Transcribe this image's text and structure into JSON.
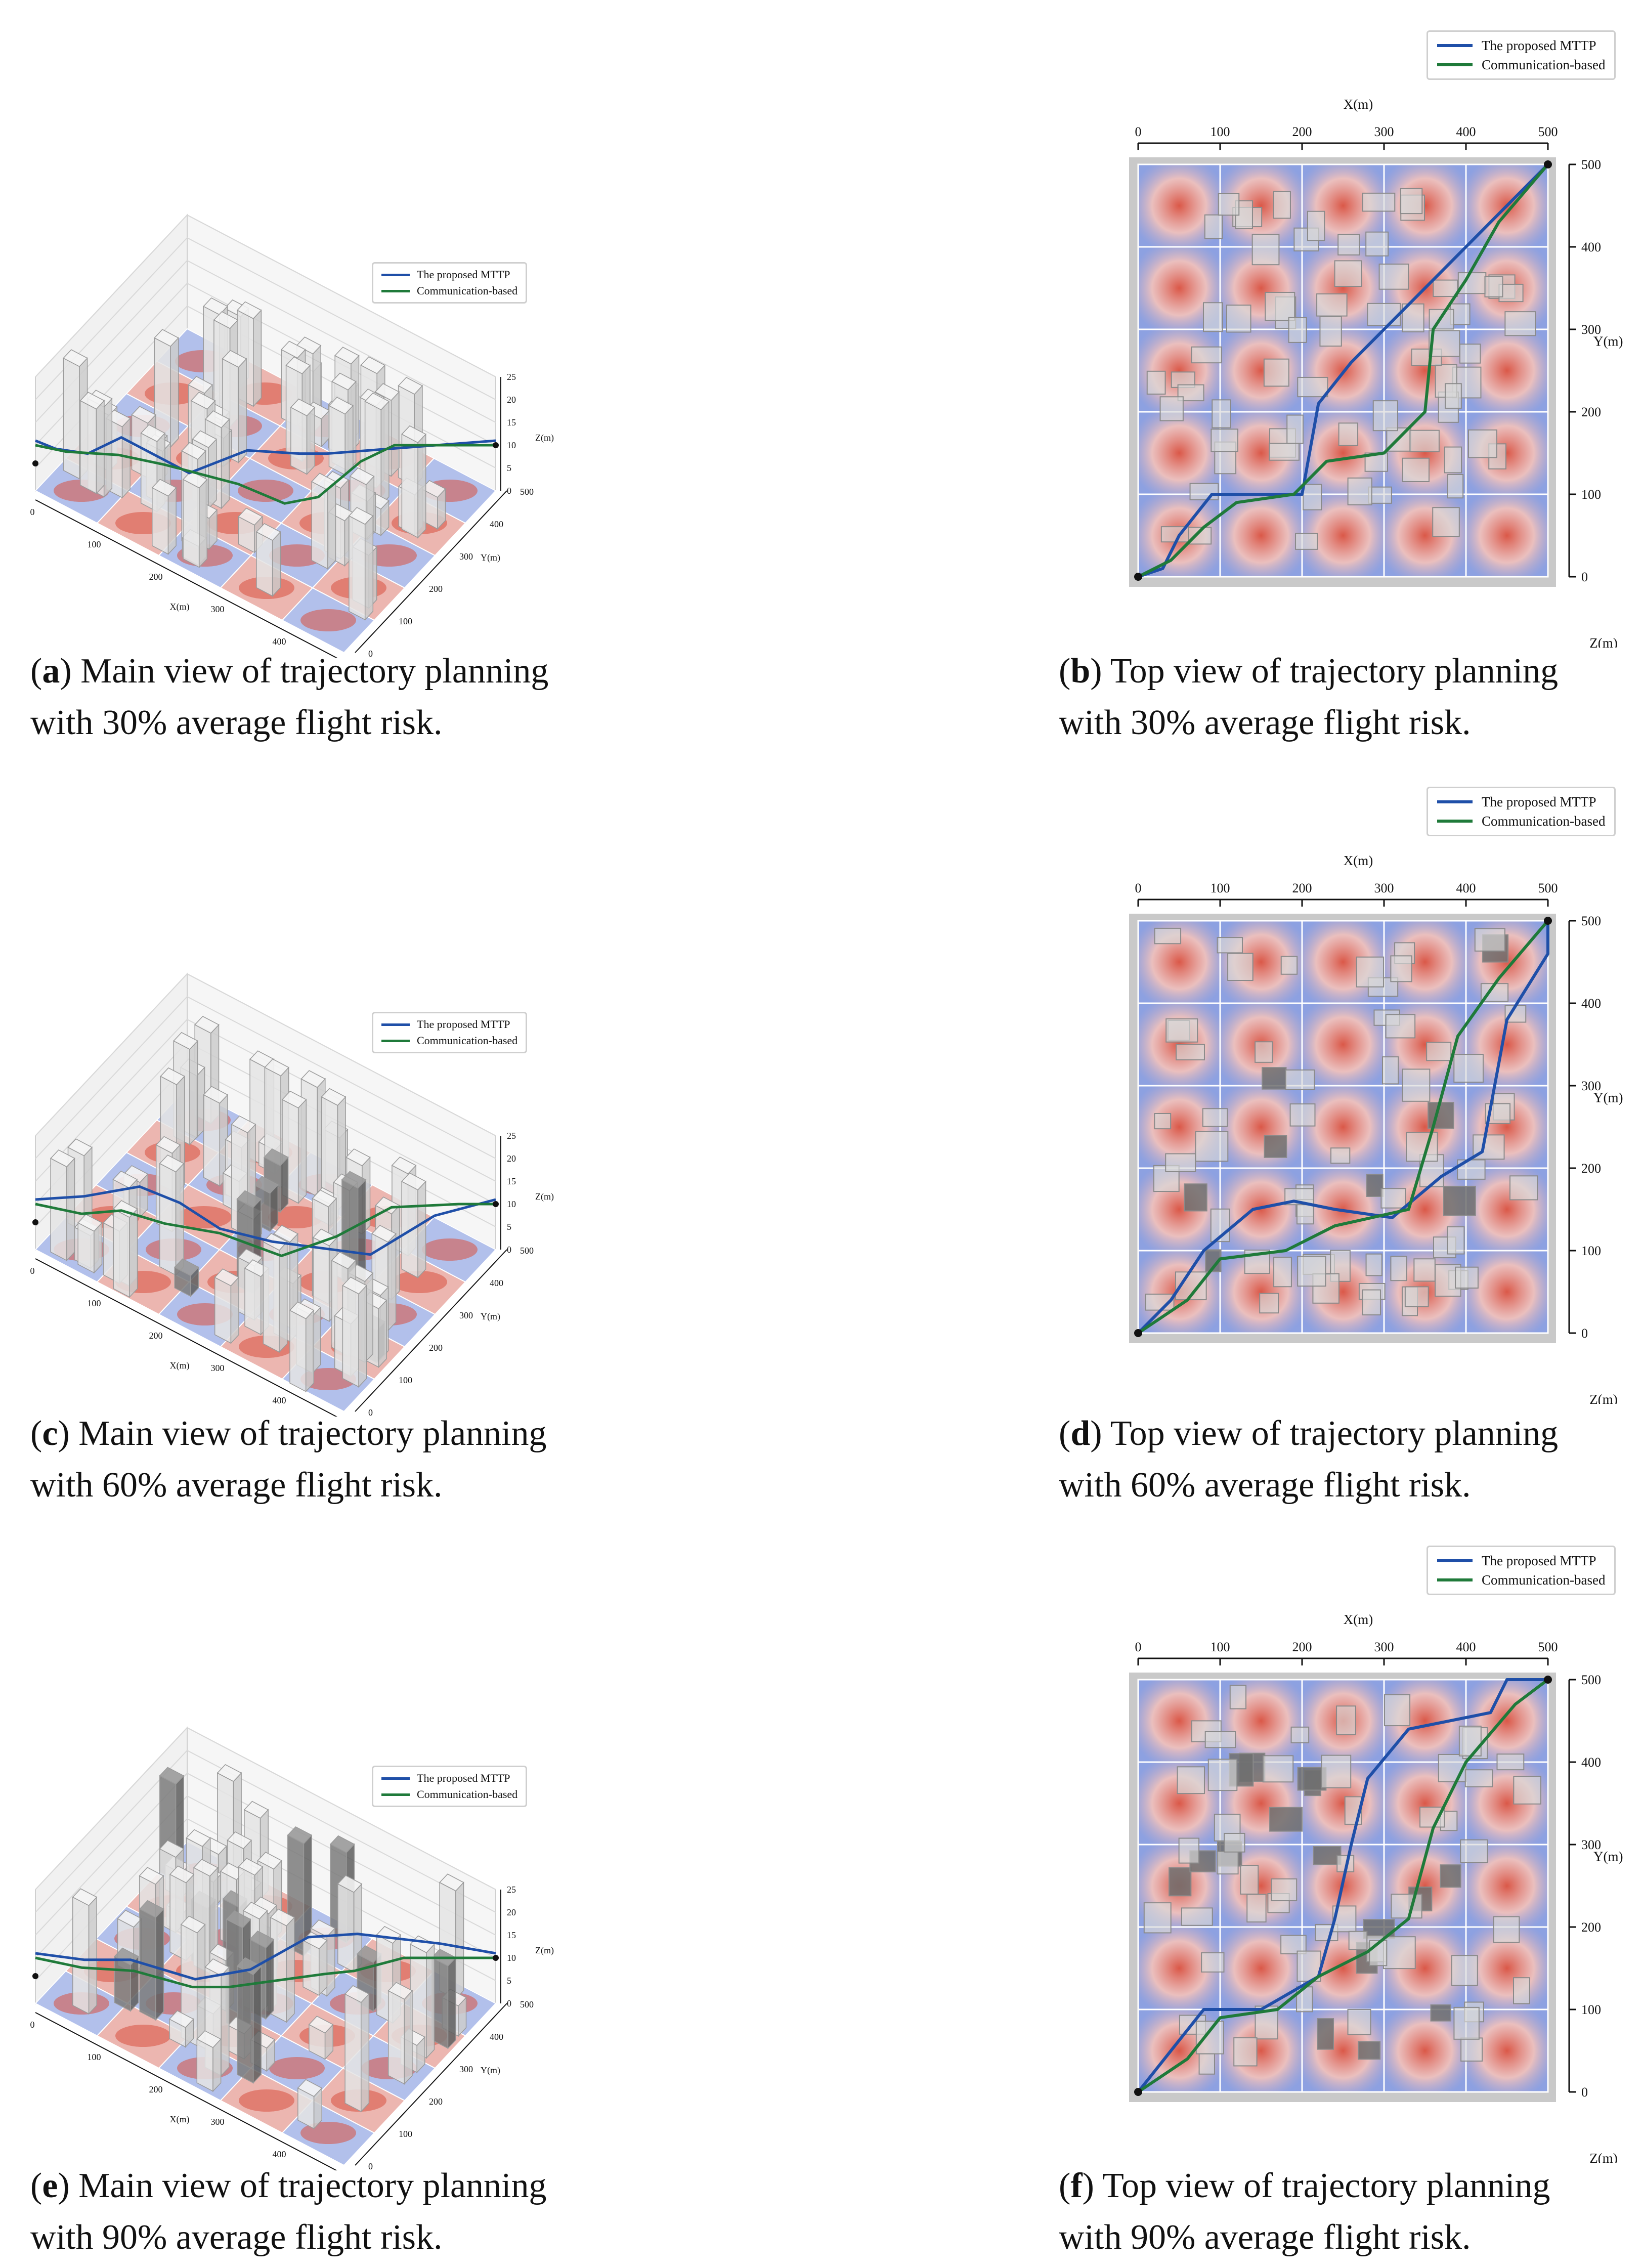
{
  "legend": {
    "entries": [
      {
        "label": "The proposed MTTP",
        "color": "#1f4fa8"
      },
      {
        "label": "Communication-based",
        "color": "#1f7a3a"
      }
    ]
  },
  "axes": {
    "x_label": "X(m)",
    "y_label": "Y(m)",
    "z_label": "Z(m)",
    "xy_ticks": [
      "0",
      "100",
      "200",
      "300",
      "400",
      "500"
    ],
    "z_ticks": [
      "0",
      "5",
      "10",
      "15",
      "20",
      "25"
    ]
  },
  "colors": {
    "risk_high": "#d9503f",
    "risk_low": "#3b5fd0",
    "building": "#d9d9d9",
    "building_dark": "#6e6e6e",
    "mttp": "#1f4fa8",
    "comm": "#1f7a3a"
  },
  "panels": [
    {
      "id": "a",
      "label": "a",
      "caption_line1": ") Main view of trajectory planning",
      "caption_line2": "with 30% average flight risk."
    },
    {
      "id": "b",
      "label": "b",
      "caption_line1": ") Top view of trajectory planning",
      "caption_line2": "with 30% average flight risk."
    },
    {
      "id": "c",
      "label": "c",
      "caption_line1": ") Main view of trajectory planning",
      "caption_line2": "with 60% average flight risk."
    },
    {
      "id": "d",
      "label": "d",
      "caption_line1": ") Top view of trajectory planning",
      "caption_line2": "with 60% average flight risk."
    },
    {
      "id": "e",
      "label": "e",
      "caption_line1": ") Main view of trajectory planning",
      "caption_line2": "with 90% average flight risk."
    },
    {
      "id": "f",
      "label": "f",
      "caption_line1": ") Top view of trajectory planning",
      "caption_line2": "with 90% average flight risk."
    }
  ],
  "chart_data": [
    {
      "type": "line",
      "panel": "a",
      "view": "3d-main",
      "risk_percent": 30,
      "xlabel": "X(m)",
      "ylabel": "Y(m)",
      "zlabel": "Z(m)",
      "xlim": [
        0,
        500
      ],
      "ylim": [
        0,
        500
      ],
      "zlim": [
        0,
        25
      ],
      "grid": true,
      "legend_position": "top-right",
      "series": [
        {
          "name": "The proposed MTTP",
          "points": [
            [
              0,
              0
            ],
            [
              30,
              5
            ],
            [
              70,
              30
            ],
            [
              90,
              100
            ],
            [
              200,
              100
            ],
            [
              240,
              210
            ],
            [
              300,
              260
            ],
            [
              330,
              290
            ],
            [
              500,
              500
            ]
          ]
        },
        {
          "name": "Communication-based",
          "points": [
            [
              0,
              0
            ],
            [
              40,
              20
            ],
            [
              100,
              70
            ],
            [
              160,
              100
            ],
            [
              260,
              140
            ],
            [
              330,
              150
            ],
            [
              360,
              200
            ],
            [
              370,
              320
            ],
            [
              390,
              390
            ],
            [
              470,
              470
            ],
            [
              500,
              500
            ]
          ]
        }
      ]
    },
    {
      "type": "line",
      "panel": "b",
      "view": "top",
      "risk_percent": 30,
      "xlabel": "X(m)",
      "ylabel": "Y(m)",
      "zlabel": "Z(m)",
      "xlim": [
        0,
        500
      ],
      "ylim": [
        0,
        500
      ],
      "legend_position": "top-right",
      "series": [
        {
          "name": "The proposed MTTP",
          "points": [
            [
              0,
              0
            ],
            [
              30,
              10
            ],
            [
              50,
              50
            ],
            [
              90,
              100
            ],
            [
              200,
              100
            ],
            [
              220,
              210
            ],
            [
              260,
              260
            ],
            [
              380,
              380
            ],
            [
              440,
              440
            ],
            [
              470,
              470
            ],
            [
              500,
              500
            ]
          ]
        },
        {
          "name": "Communication-based",
          "points": [
            [
              0,
              0
            ],
            [
              40,
              20
            ],
            [
              80,
              60
            ],
            [
              120,
              90
            ],
            [
              190,
              100
            ],
            [
              230,
              140
            ],
            [
              300,
              150
            ],
            [
              350,
              200
            ],
            [
              360,
              300
            ],
            [
              400,
              360
            ],
            [
              440,
              430
            ],
            [
              500,
              500
            ]
          ]
        }
      ]
    },
    {
      "type": "line",
      "panel": "c",
      "view": "3d-main",
      "risk_percent": 60,
      "xlabel": "X(m)",
      "ylabel": "Y(m)",
      "zlabel": "Z(m)",
      "xlim": [
        0,
        500
      ],
      "ylim": [
        0,
        500
      ],
      "zlim": [
        0,
        25
      ],
      "grid": true,
      "legend_position": "top-right",
      "series": [
        {
          "name": "The proposed MTTP",
          "points": [
            [
              0,
              0
            ],
            [
              50,
              60
            ],
            [
              100,
              140
            ],
            [
              160,
              150
            ],
            [
              230,
              140
            ],
            [
              300,
              170
            ],
            [
              420,
              250
            ],
            [
              450,
              400
            ],
            [
              500,
              500
            ]
          ]
        },
        {
          "name": "Communication-based",
          "points": [
            [
              0,
              0
            ],
            [
              60,
              30
            ],
            [
              100,
              80
            ],
            [
              160,
              100
            ],
            [
              230,
              140
            ],
            [
              320,
              160
            ],
            [
              360,
              260
            ],
            [
              390,
              380
            ],
            [
              460,
              460
            ],
            [
              500,
              500
            ]
          ]
        }
      ]
    },
    {
      "type": "line",
      "panel": "d",
      "view": "top",
      "risk_percent": 60,
      "xlabel": "X(m)",
      "ylabel": "Y(m)",
      "zlabel": "Z(m)",
      "xlim": [
        0,
        500
      ],
      "ylim": [
        0,
        500
      ],
      "legend_position": "top-right",
      "series": [
        {
          "name": "The proposed MTTP",
          "points": [
            [
              0,
              0
            ],
            [
              40,
              40
            ],
            [
              80,
              100
            ],
            [
              140,
              150
            ],
            [
              190,
              160
            ],
            [
              240,
              150
            ],
            [
              310,
              140
            ],
            [
              370,
              190
            ],
            [
              420,
              220
            ],
            [
              450,
              380
            ],
            [
              500,
              460
            ],
            [
              500,
              500
            ]
          ]
        },
        {
          "name": "Communication-based",
          "points": [
            [
              0,
              0
            ],
            [
              60,
              40
            ],
            [
              100,
              90
            ],
            [
              180,
              100
            ],
            [
              240,
              130
            ],
            [
              330,
              150
            ],
            [
              360,
              250
            ],
            [
              390,
              360
            ],
            [
              440,
              430
            ],
            [
              500,
              500
            ]
          ]
        }
      ]
    },
    {
      "type": "line",
      "panel": "e",
      "view": "3d-main",
      "risk_percent": 90,
      "xlabel": "X(m)",
      "ylabel": "Y(m)",
      "zlabel": "Z(m)",
      "xlim": [
        0,
        500
      ],
      "ylim": [
        0,
        500
      ],
      "zlim": [
        0,
        25
      ],
      "grid": true,
      "legend_position": "top-right",
      "series": [
        {
          "name": "The proposed MTTP",
          "points": [
            [
              0,
              0
            ],
            [
              60,
              40
            ],
            [
              110,
              90
            ],
            [
              200,
              120
            ],
            [
              250,
              200
            ],
            [
              280,
              330
            ],
            [
              330,
              390
            ],
            [
              430,
              460
            ],
            [
              500,
              500
            ]
          ]
        },
        {
          "name": "Communication-based",
          "points": [
            [
              0,
              0
            ],
            [
              60,
              30
            ],
            [
              120,
              80
            ],
            [
              200,
              110
            ],
            [
              240,
              150
            ],
            [
              330,
              280
            ],
            [
              360,
              320
            ],
            [
              400,
              400
            ],
            [
              500,
              500
            ]
          ]
        }
      ]
    },
    {
      "type": "line",
      "panel": "f",
      "view": "top",
      "risk_percent": 90,
      "xlabel": "X(m)",
      "ylabel": "Y(m)",
      "zlabel": "Z(m)",
      "xlim": [
        0,
        500
      ],
      "ylim": [
        0,
        500
      ],
      "legend_position": "top-right",
      "series": [
        {
          "name": "The proposed MTTP",
          "points": [
            [
              0,
              0
            ],
            [
              40,
              50
            ],
            [
              80,
              100
            ],
            [
              150,
              100
            ],
            [
              220,
              140
            ],
            [
              240,
              210
            ],
            [
              260,
              300
            ],
            [
              280,
              380
            ],
            [
              330,
              440
            ],
            [
              430,
              460
            ],
            [
              450,
              500
            ],
            [
              500,
              500
            ]
          ]
        },
        {
          "name": "Communication-based",
          "points": [
            [
              0,
              0
            ],
            [
              60,
              40
            ],
            [
              100,
              90
            ],
            [
              170,
              100
            ],
            [
              220,
              140
            ],
            [
              280,
              170
            ],
            [
              330,
              210
            ],
            [
              360,
              320
            ],
            [
              400,
              400
            ],
            [
              460,
              470
            ],
            [
              500,
              500
            ]
          ]
        }
      ]
    }
  ]
}
